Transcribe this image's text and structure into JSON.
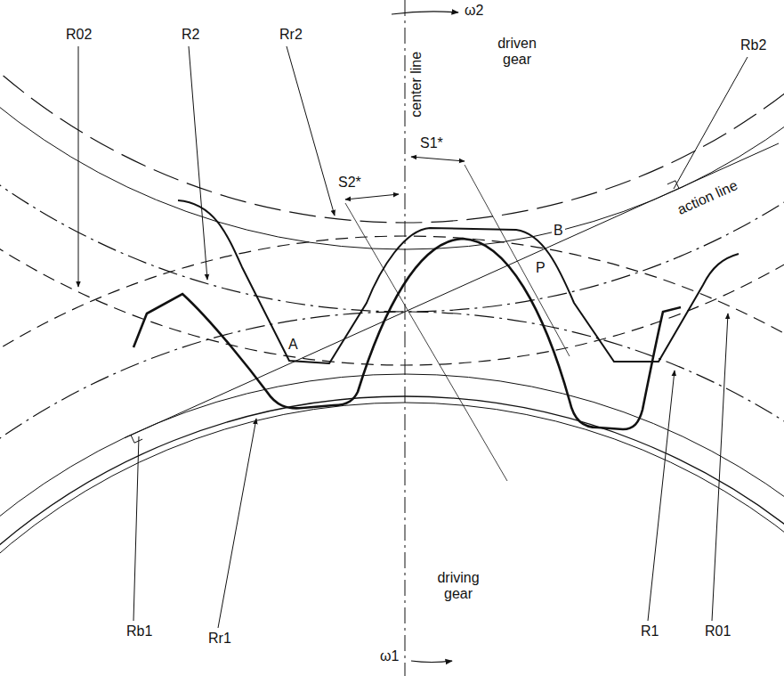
{
  "diagram": {
    "labels": [
      "ω2",
      "R02",
      "R2",
      "Rr2",
      "center line",
      "driven gear",
      "Rb2",
      "S1*",
      "S2*",
      "action line",
      "B",
      "P",
      "A",
      "Rb1",
      "Rr1",
      "driving gear",
      "R1",
      "R01",
      "ω1"
    ]
  }
}
